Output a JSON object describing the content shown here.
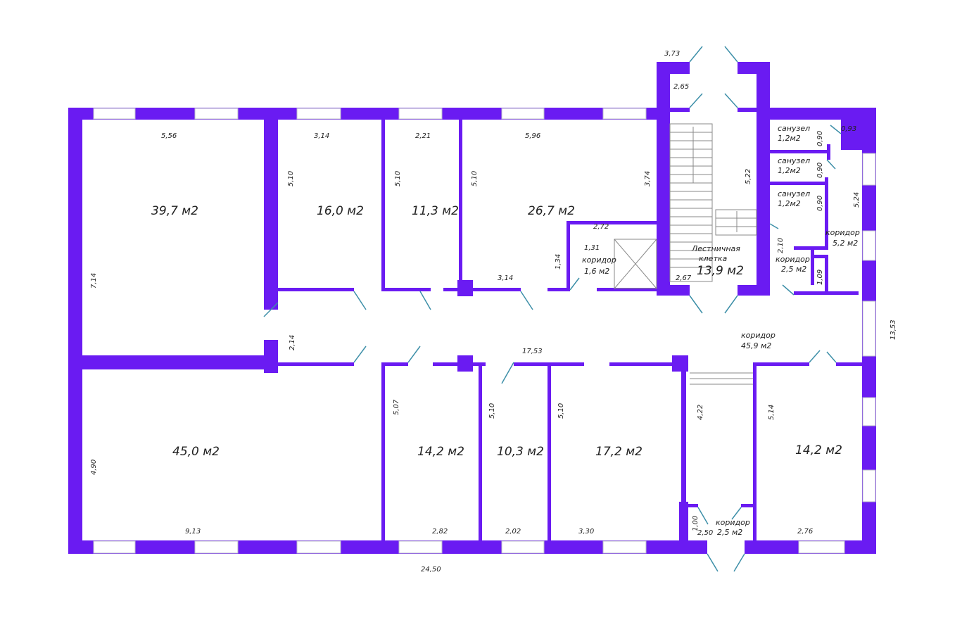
{
  "wall_color": "#6a1bf2",
  "rooms": {
    "r1": "39,7 м2",
    "r2": "16,0 м2",
    "r3": "11,3 м2",
    "r4": "26,7 м2",
    "r5": "45,0 м2",
    "r6": "14,2 м2",
    "r7": "10,3 м2",
    "r8": "17,2 м2",
    "r9": "14,2 м2",
    "stair_name1": "Лестничная",
    "stair_name2": "клетка",
    "stair_area": "13,9 м2",
    "corr_small_name": "коридор",
    "corr_small_area": "1,6 м2",
    "corr_main_name": "коридор",
    "corr_main_area": "45,9 м2",
    "corr_r1_name": "коридор",
    "corr_r1_area": "2,5 м2",
    "corr_r2_name": "коридор",
    "corr_r2_area": "5,2 м2",
    "corr_b_name": "коридор",
    "corr_b_area": "2,5 м2",
    "wc1_name": "санузел",
    "wc1_area": "1,2м2",
    "wc2_name": "санузел",
    "wc2_area": "1,2м2",
    "wc3_name": "санузел",
    "wc3_area": "1,2м2"
  },
  "dims": {
    "d373": "3,73",
    "d265": "2,65",
    "d556": "5,56",
    "d314a": "3,14",
    "d221": "2,21",
    "d596": "5,96",
    "d093": "0,93",
    "d090a": "0,90",
    "d090b": "0,90",
    "d090c": "0,90",
    "d524": "5,24",
    "d522": "5,22",
    "d510a": "5,10",
    "d510b": "5,10",
    "d510c": "5,10",
    "d374": "3,74",
    "d272": "2,72",
    "d131": "1,31",
    "d134": "1,34",
    "d314b": "3,14",
    "d714": "7,14",
    "d267": "2,67",
    "d210": "2,10",
    "d109": "1,09",
    "d214": "2,14",
    "d1753": "17,53",
    "d1353": "13,53",
    "d507": "5,07",
    "d510d": "5,10",
    "d510e": "5,10",
    "d422": "4,22",
    "d514": "5,14",
    "d490": "4,90",
    "d913": "9,13",
    "d282": "2,82",
    "d202": "2,02",
    "d330": "3,30",
    "d100": "1,00",
    "d250": "2,50",
    "d276": "2,76",
    "d2450": "24,50"
  }
}
